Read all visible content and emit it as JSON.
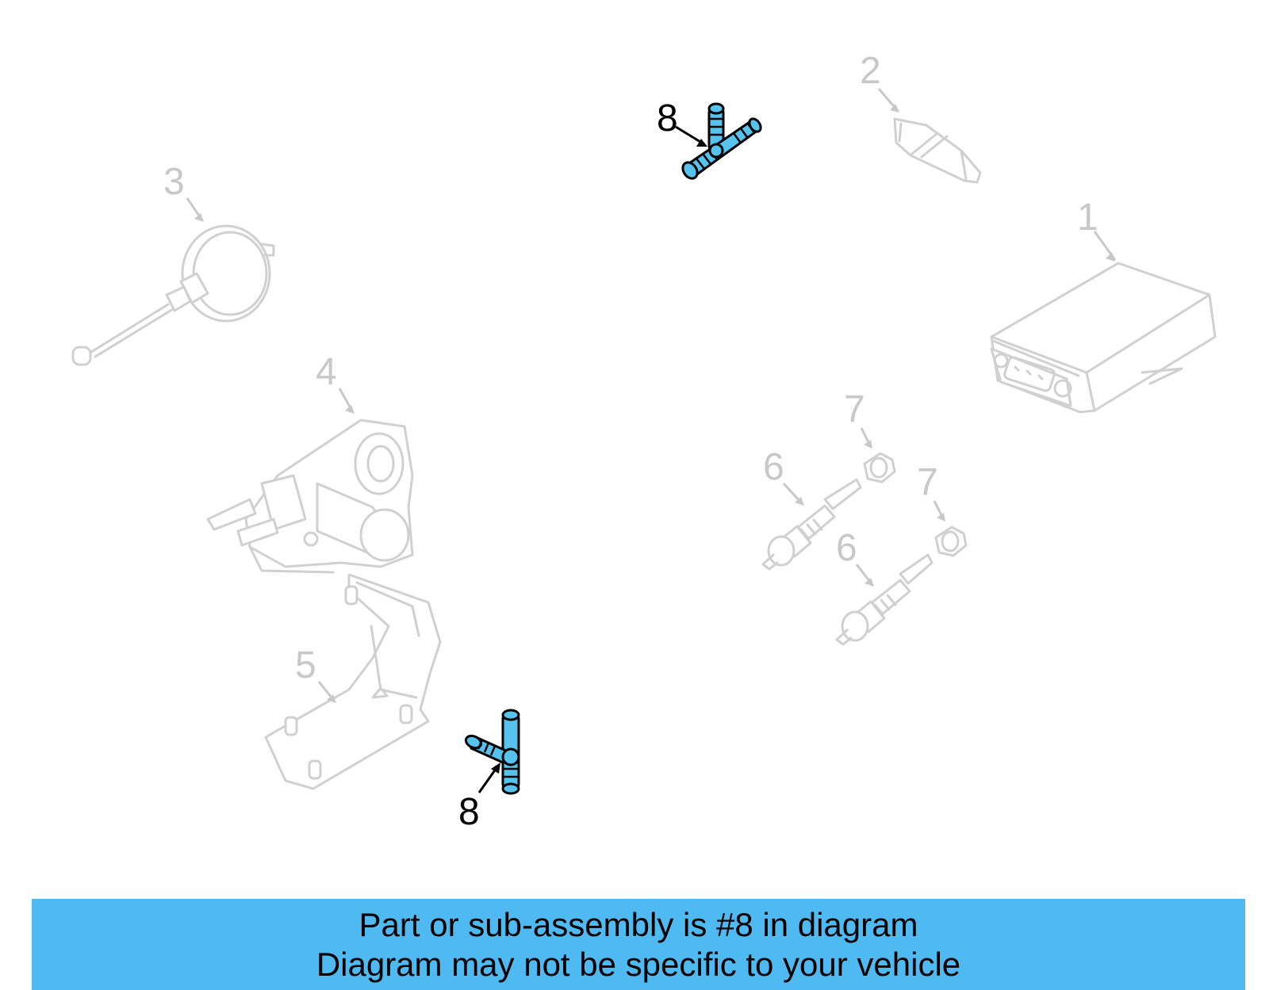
{
  "callouts": {
    "c1": "1",
    "c2": "2",
    "c3": "3",
    "c4": "4",
    "c5": "5",
    "c6a": "6",
    "c6b": "6",
    "c7a": "7",
    "c7b": "7",
    "c8a": "8",
    "c8b": "8"
  },
  "highlighted_part": "8",
  "colors": {
    "highlight": "#55c3ee",
    "banner": "#4fb9f2",
    "faded": "#c8c8c8"
  },
  "banner": {
    "line1": "Part or sub-assembly is #8 in diagram",
    "line2": "Diagram may not be specific to your vehicle"
  }
}
